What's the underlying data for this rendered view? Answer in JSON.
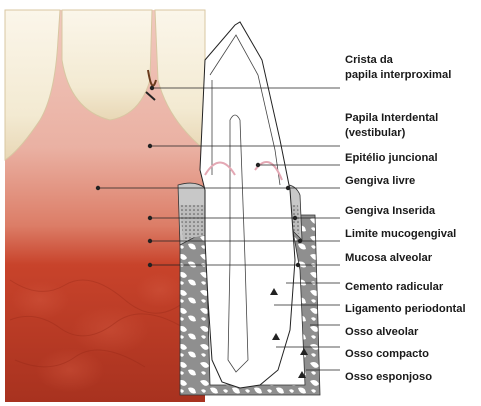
{
  "labels": [
    {
      "id": "crista-papila",
      "lines": [
        "Crista da",
        "papila interproximal"
      ]
    },
    {
      "id": "papila-interdental",
      "lines": [
        "Papila Interdental",
        "(vestibular)"
      ]
    },
    {
      "id": "epitelio-juncional",
      "lines": [
        "Epitélio juncional"
      ]
    },
    {
      "id": "gengiva-livre",
      "lines": [
        "Gengiva livre"
      ]
    },
    {
      "id": "gengiva-inserida",
      "lines": [
        "Gengiva Inserida"
      ]
    },
    {
      "id": "limite-mucogengival",
      "lines": [
        "Limite mucogengival"
      ]
    },
    {
      "id": "mucosa-alveolar",
      "lines": [
        "Mucosa alveolar"
      ]
    },
    {
      "id": "cemento-radicular",
      "lines": [
        "Cemento radicular"
      ]
    },
    {
      "id": "ligamento-periodontal",
      "lines": [
        "Ligamento periodontal"
      ]
    },
    {
      "id": "osso-alveolar",
      "lines": [
        "Osso alveolar"
      ]
    },
    {
      "id": "osso-compacto",
      "lines": [
        "Osso compacto"
      ]
    },
    {
      "id": "osso-esponjoso",
      "lines": [
        "Osso esponjoso"
      ]
    }
  ],
  "colors": {
    "tooth": "#ffffff",
    "gingiva": "#e9b3a6",
    "mucosa": "#c33a24",
    "bone": "#8e8e8e",
    "leader_line": "#222222"
  }
}
